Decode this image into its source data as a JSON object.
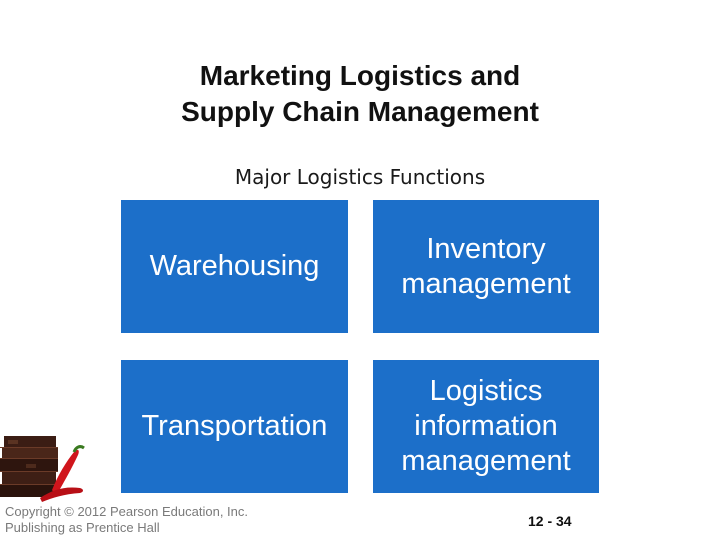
{
  "slide": {
    "title": "Marketing Logistics and\nSupply Chain Management",
    "subtitle": "Major Logistics Functions",
    "functions": [
      {
        "label": "Warehousing"
      },
      {
        "label": "Inventory\nmanagement"
      },
      {
        "label": "Transportation"
      },
      {
        "label": "Logistics\ninformation\nmanagement"
      }
    ],
    "box_color": "#1c6fc9"
  },
  "footer": {
    "copyright": "Copyright © 2012 Pearson Education, Inc.\nPublishing as Prentice Hall",
    "page_number": "12 - 34"
  },
  "decoration": {
    "icon": "chocolate-and-chili-image"
  }
}
